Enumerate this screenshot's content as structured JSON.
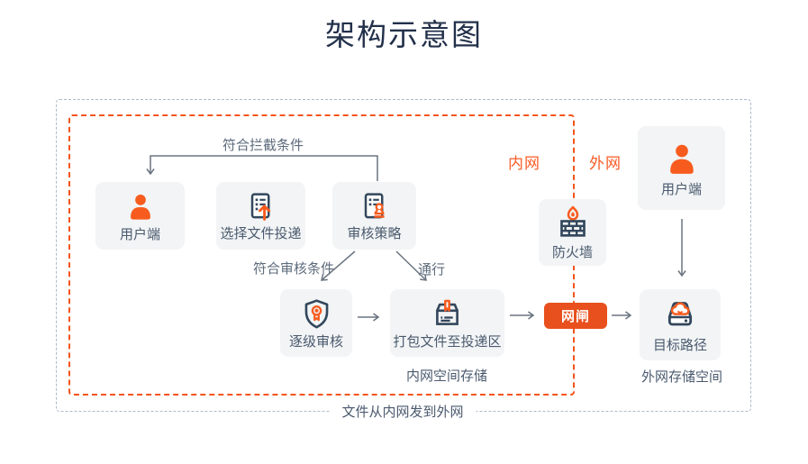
{
  "title": "架构示意图",
  "caption": "文件从内网发到外网",
  "zones": {
    "internal": "内网",
    "external": "外网"
  },
  "nodes": {
    "user_internal": "用户端",
    "select_file": "选择文件投递",
    "review_policy": "审核策略",
    "step_review": "逐级审核",
    "package_to_delivery": "打包文件至投递区",
    "firewall": "防火墙",
    "gateway": "网闸",
    "user_external": "用户端",
    "target_path": "目标路径"
  },
  "edge_labels": {
    "intercept": "符合拦截条件",
    "review_ok": "符合审核条件",
    "pass": "通行"
  },
  "storage_labels": {
    "internal": "内网空间存储",
    "external": "外网存储空间"
  },
  "colors": {
    "accent_orange": "#f4541c",
    "icon_orange": "#f75c1e",
    "icon_navy": "#33475c",
    "arrow_gray": "#6a7480",
    "node_background": "#f2f4f5"
  },
  "icons": {
    "user_internal": "person-icon",
    "select_file": "file-upload-icon",
    "review_policy": "document-stamp-icon",
    "step_review": "shield-medal-icon",
    "package_to_delivery": "package-icon",
    "firewall": "firewall-flame-icon",
    "user_external": "person-icon",
    "target_path": "drive-cloud-icon"
  }
}
